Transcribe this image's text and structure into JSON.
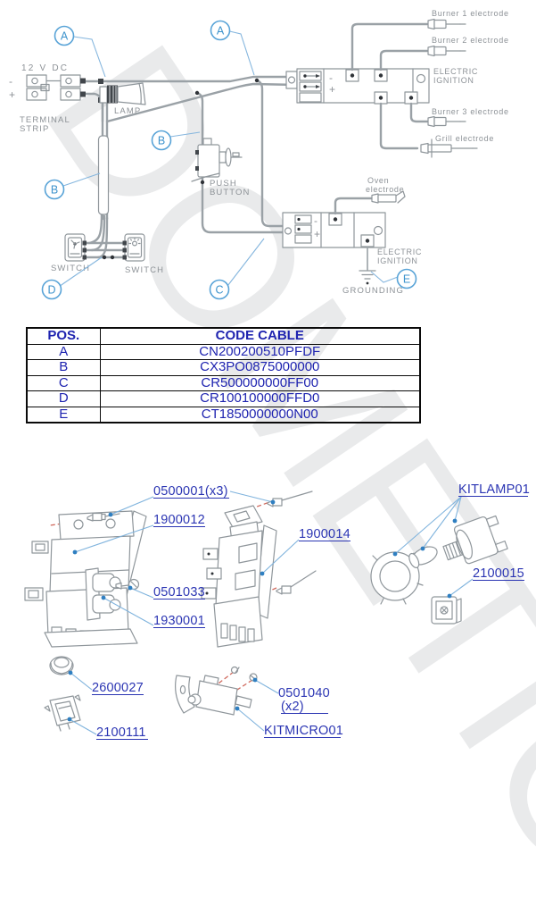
{
  "watermark": "DOMETIC",
  "diagram": {
    "power": {
      "voltage": "12 V DC",
      "minus": "-",
      "plus": "+",
      "terminal1": "TERMINAL",
      "terminal2": "STRIP"
    },
    "lamp": "LAMP",
    "push": {
      "l1": "PUSH",
      "l2": "BUTTON"
    },
    "switches": {
      "left": "SWITCH",
      "right": "SWITCH"
    },
    "ignition1": {
      "l1": "ELECTRIC",
      "l2": "IGNITION",
      "minus": "-",
      "plus": "+"
    },
    "ignition2": {
      "l1": "ELECTRIC",
      "l2": "IGNITION",
      "minus": "-",
      "plus": "+"
    },
    "electrodes": {
      "burner1": "Burner 1 electrode",
      "burner2": "Burner 2 electrode",
      "burner3": "Burner 3 electrode",
      "grill": "Grill electrode",
      "oven1": "Oven",
      "oven2": "electrode"
    },
    "grounding": "GROUNDING",
    "callouts": {
      "a1": "A",
      "a2": "A",
      "b1": "B",
      "b2": "B",
      "c": "C",
      "d": "D",
      "e": "E"
    }
  },
  "table": {
    "headers": {
      "pos": "POS.",
      "code": "CODE CABLE"
    },
    "rows": [
      {
        "pos": "A",
        "code": "CN200200510PFDF"
      },
      {
        "pos": "B",
        "code": "CX3PO0875000000"
      },
      {
        "pos": "C",
        "code": "CR500000000FF00"
      },
      {
        "pos": "D",
        "code": "CR100100000FFD0"
      },
      {
        "pos": "E",
        "code": "CT1850000000N00"
      }
    ]
  },
  "parts": {
    "labels": {
      "screws3": "0500001(x3)",
      "ignition_small": "1900012",
      "screw": "0501033",
      "connector": "1930001",
      "ignition_large": "1900014",
      "lamp_kit": "KITLAMP01",
      "microswitch_small": "2100015",
      "grommet": "2600027",
      "rocker_switch": "2100111",
      "screws2": "0501040",
      "screws2_qty": "(x2)",
      "micro_kit": "KITMICRO01"
    }
  }
}
